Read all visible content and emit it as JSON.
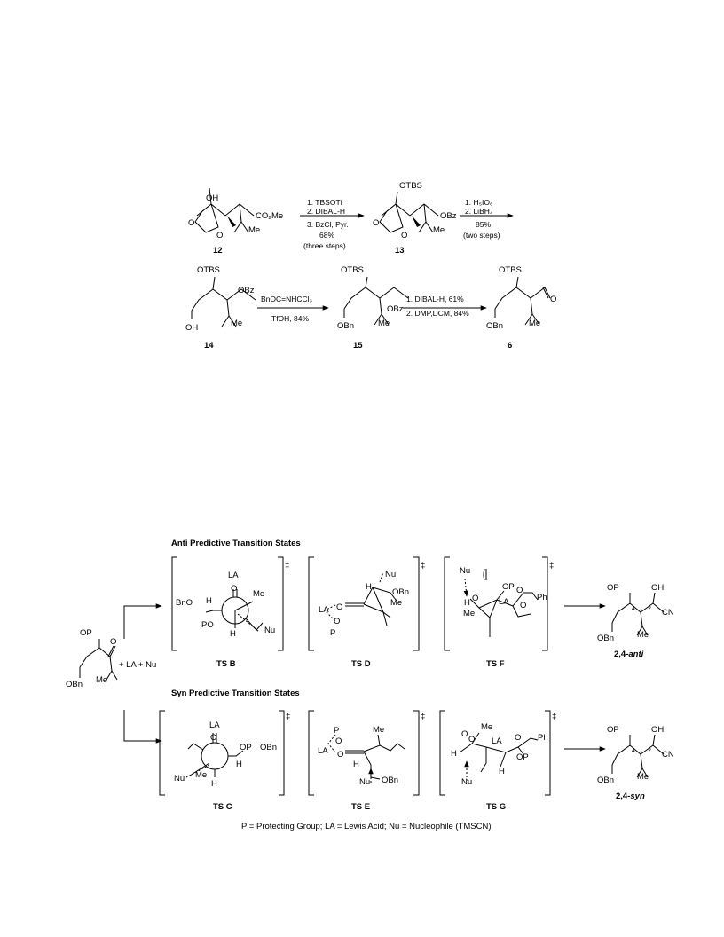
{
  "scheme1": {
    "compounds": {
      "c12": {
        "number": "12",
        "oh": "OH",
        "ester": "CO₂Me",
        "methyl": "Me",
        "o1": "O",
        "o2": "O"
      },
      "c13": {
        "number": "13",
        "otbs": "OTBS",
        "obz": "OBz",
        "methyl": "Me",
        "o1": "O",
        "o2": "O"
      },
      "c14": {
        "number": "14",
        "otbs": "OTBS",
        "obz": "OBz",
        "oh": "OH",
        "methyl": "Me"
      },
      "c15": {
        "number": "15",
        "otbs": "OTBS",
        "obz": "OBz",
        "obn": "OBn",
        "methyl": "Me"
      },
      "c6": {
        "number": "6",
        "otbs": "OTBS",
        "obn": "OBn",
        "methyl": "Me",
        "o": "O"
      }
    },
    "arrow1": {
      "above": [
        "1. TBSOTf",
        "2. DIBAL-H"
      ],
      "below": [
        "3. BzCl, Pyr.",
        "68%",
        "(three steps)"
      ]
    },
    "arrow2": {
      "above": [
        "1. H₅IO₆",
        "2. LiBH₄"
      ],
      "below": [
        "85%",
        "(two steps)"
      ]
    },
    "arrow3": {
      "above": [
        "BnOC=NHCCl₃"
      ],
      "below": [
        "TfOH, 84%"
      ]
    },
    "arrow4": {
      "above": [
        "1. DIBAL-H, 61%"
      ],
      "below": [
        "2. DMP,DCM, 84%"
      ]
    }
  },
  "scheme2": {
    "anti_heading": "Anti Predictive Transition States",
    "syn_heading": "Syn Predictive Transition States",
    "start": {
      "op": "OP",
      "obn": "OBn",
      "methyl": "Me",
      "o": "O",
      "reagents": "+ LA  + Nu"
    },
    "dagger": "‡",
    "ts_labels": {
      "b": "TS B",
      "d": "TS D",
      "f": "TS F",
      "c": "TS C",
      "e": "TS E",
      "g": "TS G"
    },
    "tsB": {
      "la": "LA",
      "o": "O",
      "me": "Me",
      "bno": "BnO",
      "h1": "H",
      "po": "PO",
      "h2": "H",
      "nu": "Nu"
    },
    "tsD": {
      "nu": "Nu",
      "h": "H",
      "obn": "OBn",
      "me": "Me",
      "la": "LA",
      "o1": "O",
      "o2": "O",
      "p": "P"
    },
    "tsF": {
      "nu": "Nu",
      "o1": "O",
      "op": "OP",
      "ph": "Ph",
      "la": "LA",
      "h": "H",
      "me": "Me",
      "o2": "O",
      "o3": "O"
    },
    "tsC": {
      "la": "LA",
      "o": "O",
      "op": "OP",
      "obn": "OBn",
      "nu": "Nu",
      "me": "Me",
      "h1": "H",
      "h2": "H"
    },
    "tsE": {
      "p": "P",
      "o1": "O",
      "o2": "O",
      "la": "LA",
      "me": "Me",
      "h": "H",
      "nu": "Nu",
      "obn": "OBn"
    },
    "tsG": {
      "me": "Me",
      "o1": "O",
      "la": "LA",
      "o2": "O",
      "ph": "Ph",
      "h1": "H",
      "op": "OP",
      "h2": "H",
      "o3": "O",
      "nu": "Nu"
    },
    "product_anti": {
      "op": "OP",
      "oh": "OH",
      "cn": "CN",
      "obn": "OBn",
      "me": "Me",
      "n4": "4",
      "n2": "2",
      "label": "2,4-",
      "label_em": "anti"
    },
    "product_syn": {
      "op": "OP",
      "oh": "OH",
      "cn": "CN",
      "obn": "OBn",
      "me": "Me",
      "n4": "4",
      "n2": "2",
      "label": "2,4-",
      "label_em": "syn"
    },
    "footnote": "P = Protecting Group; LA = Lewis Acid; Nu = Nucleophile (TMSCN)"
  }
}
